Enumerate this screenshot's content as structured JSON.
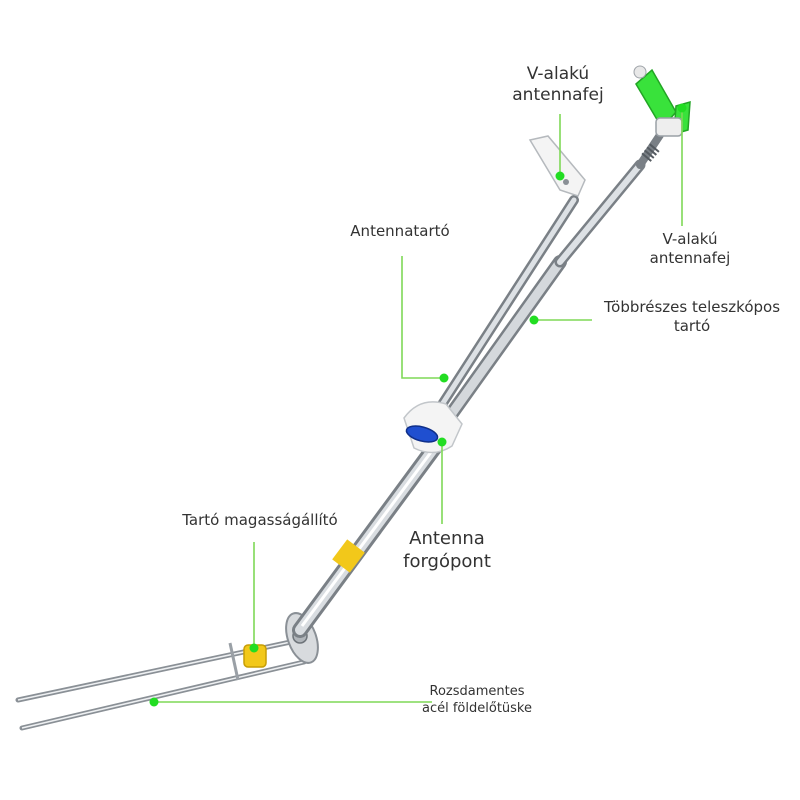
{
  "labels": {
    "v_head_top": [
      "V-alakú",
      "antennafej"
    ],
    "v_head_right": [
      "V-alakú",
      "antennafej"
    ],
    "antenna_holder": "Antennatartó",
    "telescopic": [
      "Többrészes teleszkópos",
      "tartó"
    ],
    "antenna_pivot": [
      "Antenna",
      "forgópont"
    ],
    "height_adjuster": "Tartó magasságállító",
    "spike": [
      "Rozsdamentes",
      "acél földelőtüske"
    ]
  },
  "colors": {
    "callout_line": "#7ed957",
    "callout_dot": "#22dd22",
    "text": "#333333",
    "steel": "#c9ccd1",
    "yellow_ring": "#f2c81a",
    "green_head": "#39e23b",
    "blue_knob": "#1f4fd0",
    "white_clip": "#f4f4f4"
  }
}
